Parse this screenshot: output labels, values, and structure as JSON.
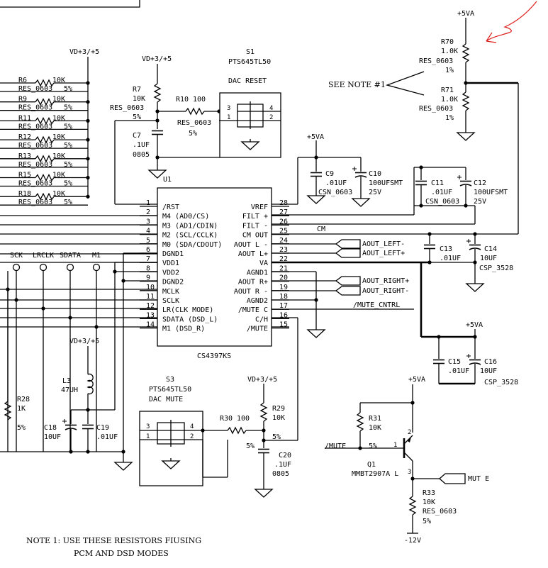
{
  "u1": {
    "ref": "U1",
    "part": "CS4397KS",
    "left_pins": [
      {
        "num": "1",
        "name": "/RST"
      },
      {
        "num": "2",
        "name": "M4 (AD0/CS)"
      },
      {
        "num": "3",
        "name": "M3 (AD1/CDIN)"
      },
      {
        "num": "4",
        "name": "M2 (SCL/CCLK)"
      },
      {
        "num": "5",
        "name": "M0 (SDA/CDOUT)"
      },
      {
        "num": "6",
        "name": "DGND1"
      },
      {
        "num": "7",
        "name": "VDD1"
      },
      {
        "num": "8",
        "name": "VDD2"
      },
      {
        "num": "9",
        "name": "DGND2"
      },
      {
        "num": "10",
        "name": "MCLK"
      },
      {
        "num": "11",
        "name": "SCLK"
      },
      {
        "num": "12",
        "name": "LR(CLK MODE)"
      },
      {
        "num": "13",
        "name": "SDATA (DSD_L)"
      },
      {
        "num": "14",
        "name": "M1 (DSD_R)"
      }
    ],
    "right_pins": [
      {
        "num": "28",
        "name": "VREF"
      },
      {
        "num": "27",
        "name": "FILT +"
      },
      {
        "num": "26",
        "name": "FILT -"
      },
      {
        "num": "25",
        "name": "CM OUT"
      },
      {
        "num": "24",
        "name": "AOUT L -"
      },
      {
        "num": "23",
        "name": "AOUT L+"
      },
      {
        "num": "22",
        "name": "VA"
      },
      {
        "num": "21",
        "name": "AGND1"
      },
      {
        "num": "20",
        "name": "AOUT R+"
      },
      {
        "num": "19",
        "name": "AOUT R -"
      },
      {
        "num": "18",
        "name": "AGND2"
      },
      {
        "num": "17",
        "name": "/MUTE C"
      },
      {
        "num": "16",
        "name": "C/H"
      },
      {
        "num": "15",
        "name": "/MUTE"
      }
    ]
  },
  "resistor_bank": {
    "rail": "VD+3/+5",
    "items": [
      {
        "ref": "R6",
        "value": "10K",
        "pkg": "RES_0603",
        "tol": "5%"
      },
      {
        "ref": "R9",
        "value": "10K",
        "pkg": "RES_0603",
        "tol": "5%"
      },
      {
        "ref": "R11",
        "value": "10K",
        "pkg": "RES_0603",
        "tol": "5%"
      },
      {
        "ref": "R12",
        "value": "10K",
        "pkg": "RES_0603",
        "tol": "5%"
      },
      {
        "ref": "R13",
        "value": "10K",
        "pkg": "RES_0603",
        "tol": "5%"
      },
      {
        "ref": "R15",
        "value": "10K",
        "pkg": "RES_0603",
        "tol": "5%"
      },
      {
        "ref": "R18",
        "value": "10K",
        "pkg": "RES_0603",
        "tol": "5%"
      }
    ]
  },
  "reset": {
    "rail": "VD+3/+5",
    "r7": {
      "ref": "R7",
      "value": "10K",
      "pkg": "RES_0603",
      "tol": "5%"
    },
    "r10": {
      "ref": "R10",
      "value": "100",
      "pkg": "RES_0603",
      "tol": "5%"
    },
    "c7": {
      "ref": "C7",
      "value": ".1UF",
      "pkg": "0805"
    },
    "switch": {
      "ref": "S1",
      "part": "PTS645TL50",
      "title": "DAC RESET",
      "p1": "1",
      "p2": "2",
      "p3": "3",
      "p4": "4"
    }
  },
  "test_points": [
    "SCK",
    "LRCLK",
    "SDATA",
    "M1"
  ],
  "vref_filter": {
    "rail": "+5VA",
    "c9": {
      "ref": "C9",
      "value": ".01UF",
      "pkg": "CSN_0603"
    },
    "c10": {
      "ref": "C10",
      "value": "100UFSMT",
      "volt": "25V"
    },
    "c11": {
      "ref": "C11",
      "value": ".01UF",
      "pkg": "CSN_0603"
    },
    "c12": {
      "ref": "C12",
      "value": "100UFSMT",
      "volt": "25V"
    }
  },
  "divider": {
    "rail": "+5VA",
    "r70": {
      "ref": "R70",
      "value": "1.0K",
      "pkg": "RES_0603",
      "tol": "1%"
    },
    "r71": {
      "ref": "R71",
      "value": "1.0K",
      "pkg": "RES_0603",
      "tol": "1%"
    },
    "note_ref": "SEE NOTE #1"
  },
  "outputs": {
    "cm": "CM",
    "aout_left_minus": "AOUT_LEFT-",
    "aout_left_plus": "AOUT_LEFT+",
    "aout_right_plus": "AOUT_RIGHT+",
    "aout_right_minus": "AOUT_RIGHT-",
    "mute_cntrl": "/MUTE_CNTRL"
  },
  "va_decoupling": {
    "rail": "+5VA",
    "c13": {
      "ref": "C13",
      "value": ".01UF"
    },
    "c14": {
      "ref": "C14",
      "value": "10UF",
      "pkg": "CSP_3528"
    },
    "c15": {
      "ref": "C15",
      "value": ".01UF"
    },
    "c16": {
      "ref": "C16",
      "value": "10UF",
      "pkg": "CSP_3528"
    }
  },
  "vdd_supply": {
    "rail": "VD+3/+5",
    "l3": {
      "ref": "L3",
      "value": "47UH"
    },
    "c18": {
      "ref": "C18",
      "value": "10UF"
    },
    "c19": {
      "ref": "C19",
      "value": ".01UF"
    },
    "r28": {
      "ref": "R28",
      "value": "1K",
      "tol": "5%"
    }
  },
  "mute_switch": {
    "rail": "VD+3/+5",
    "switch": {
      "ref": "S3",
      "part": "PTS645TL50",
      "title": "DAC MUTE",
      "p1": "1",
      "p2": "2",
      "p3": "3",
      "p4": "4"
    },
    "r29": {
      "ref": "R29",
      "value": "10K",
      "tol": "5%"
    },
    "r30": {
      "ref": "R30",
      "value": "100",
      "tol": "5%"
    },
    "c20": {
      "ref": "C20",
      "value": ".1UF",
      "pkg": "0805"
    }
  },
  "mute_driver": {
    "rail_pos": "+5VA",
    "rail_neg": "-12V",
    "input_label": "/MUTE",
    "output_label": "MUT E",
    "r31": {
      "ref": "R31",
      "value": "10K",
      "tol": "5%"
    },
    "q1": {
      "ref": "Q1",
      "part": "MMBT2907A L",
      "p1": "1",
      "p2": "2",
      "p3": "3"
    },
    "r33": {
      "ref": "R33",
      "value": "10K",
      "pkg": "RES_0603",
      "tol": "5%"
    }
  },
  "note": {
    "line1": "NOTE 1: USE THESE RESISTORS FIUSING",
    "line2": "PCM AND DSD MODES"
  },
  "colors": {
    "ink": "#000000",
    "annotation": "#e0201c",
    "paper": "#ffffff"
  }
}
